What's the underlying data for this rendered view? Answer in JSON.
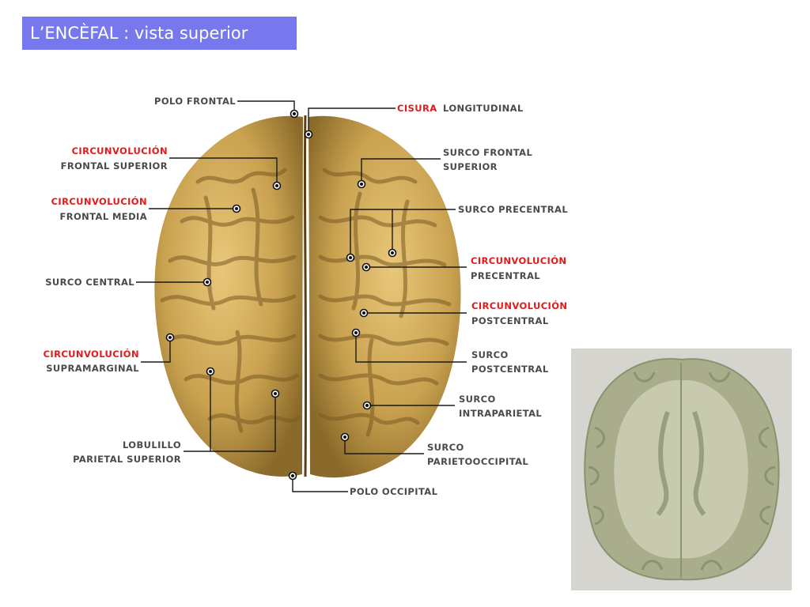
{
  "title": "L’ENCÈFAL : vista superior",
  "colors": {
    "title_bg": "#7777ee",
    "highlight": "#e11b1b",
    "label": "#4a4a4a"
  },
  "labels": {
    "polo_frontal": "POLO FRONTAL",
    "cisura_red": "CISURA",
    "cisura_rest": "LONGITUDINAL",
    "circ_frontal_sup_red": "CIRCUNVOLUCIÓN",
    "circ_frontal_sup_rest": "FRONTAL SUPERIOR",
    "circ_frontal_media_red": "CIRCUNVOLUCIÓN",
    "circ_frontal_media_rest": "FRONTAL MEDIA",
    "surco_central": "SURCO CENTRAL",
    "circ_supramarginal_red": "CIRCUNVOLUCIÓN",
    "circ_supramarginal_rest": "SUPRAMARGINAL",
    "lobulillo_line1": "LOBULILLO",
    "lobulillo_line2": "PARIETAL SUPERIOR",
    "polo_occipital": "POLO OCCIPITAL",
    "surco_frontal_sup_line1": "SURCO FRONTAL",
    "surco_frontal_sup_line2": "SUPERIOR",
    "surco_precentral": "SURCO PRECENTRAL",
    "circ_precentral_red": "CIRCUNVOLUCIÓN",
    "circ_precentral_rest": "PRECENTRAL",
    "circ_postcentral_red": "CIRCUNVOLUCIÓN",
    "circ_postcentral_rest": "POSTCENTRAL",
    "surco_postcentral_line1": "SURCO",
    "surco_postcentral_line2": "POSTCENTRAL",
    "surco_intraparietal_line1": "SURCO",
    "surco_intraparietal_line2": "INTRAPARIETAL",
    "surco_parietooccipital_line1": "SURCO",
    "surco_parietooccipital_line2": "PARIETOOCCIPITAL"
  },
  "images": {
    "brain_illustration": "brain-superior-view",
    "brain_photo": "brain-axial-section-photo"
  }
}
